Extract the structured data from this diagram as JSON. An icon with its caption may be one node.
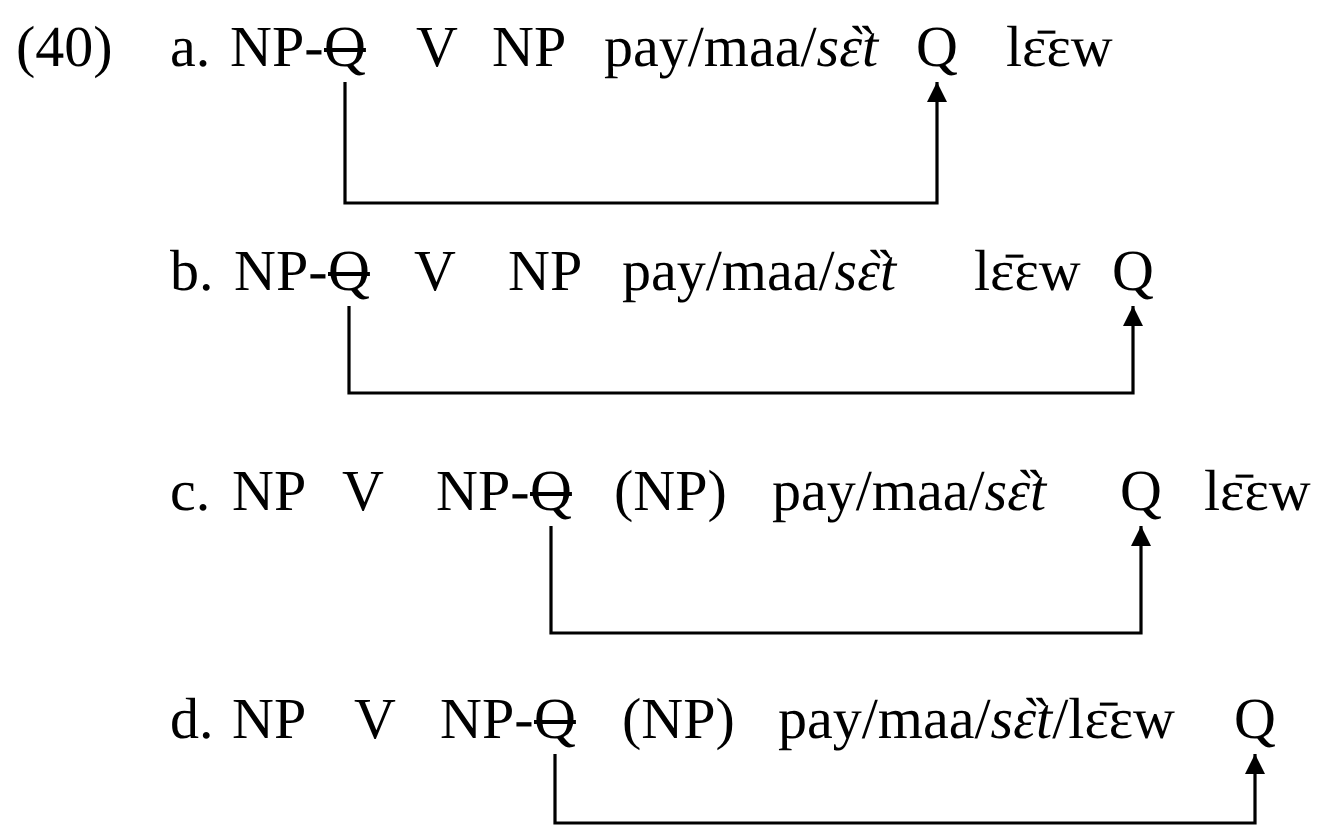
{
  "diagram": {
    "nodes": [
      {
        "text": [
          "Q"
        ]
      },
      {
        "text": [
          "Q"
        ]
      },
      {
        "text": [
          "Q"
        ]
      },
      {
        "text": [
          "Q"
        ]
      },
      {
        "text": [
          "Q"
        ]
      },
      {
        "text": [
          "Q"
        ]
      },
      {
        "text": [
          "Q"
        ]
      },
      {
        "text": [
          "Q"
        ]
      }
    ],
    "edges": [
      {
        "from": 0,
        "to": 1,
        "arrow": "to"
      },
      {
        "from": 2,
        "to": 3,
        "arrow": "to"
      },
      {
        "from": 4,
        "to": 5,
        "arrow": "to"
      },
      {
        "from": 6,
        "to": 7,
        "arrow": "to"
      }
    ],
    "labels": [
      "(40)",
      "a.",
      "NP-",
      "V",
      "NP",
      "pay/maa/*sɛ̏t*",
      "lɛ̄ɛw",
      "b.",
      "NP-",
      "V",
      "NP",
      "pay/maa/*sɛ̏t*",
      "lɛ̄ɛw",
      "c.",
      "NP",
      "V",
      "NP-",
      "(NP)",
      "pay/maa/*sɛ̏t*",
      "lɛ̄ɛw",
      "d.",
      "NP",
      "V",
      "NP-",
      "(NP)",
      "pay/maa/*sɛ̏t*/lɛ̄ɛw"
    ]
  }
}
